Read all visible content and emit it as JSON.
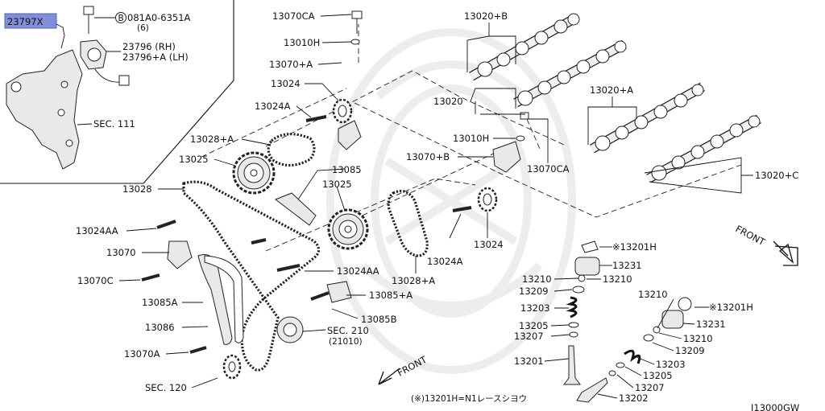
{
  "diagram": {
    "highlight": "#7f8fd9",
    "inset": {
      "highlighted_part": "23797X",
      "bolt_ref": "081A0-6351A",
      "bolt_qty": "(6)",
      "sensor_rh": "23796 (RH)",
      "sensor_lh": "23796+A (LH)",
      "section": "SEC. 111"
    },
    "labels": {
      "l13070CA_top": "13070CA",
      "l13010H_top": "13010H",
      "l13070A_top": "13070+A",
      "l13024": "13024",
      "l13024A_top": "13024A",
      "l13028A_top": "13028+A",
      "l13025_left": "13025",
      "l13085": "13085",
      "l13025_mid": "13025",
      "l13028": "13028",
      "l13024AA_left": "13024AA",
      "l13070": "13070",
      "l13070C": "13070C",
      "l13085A": "13085A",
      "l13086": "13086",
      "l13070A_low": "13070A",
      "l_sec120": "SEC. 120",
      "l13024AA_mid": "13024AA",
      "l13085A_plus": "13085+A",
      "l13085B": "13085B",
      "l_sec210": "SEC. 210",
      "l_sec210_sub": "(21010)",
      "l13020B": "13020+B",
      "l13020": "13020",
      "l13010H_mid": "13010H",
      "l13070B": "13070+B",
      "l13070CA_mid": "13070CA",
      "l13020A": "13020+A",
      "l13020C": "13020+C",
      "l13024_low": "13024",
      "l13024A_low": "13024A",
      "l13028A_low": "13028+A",
      "l13201H_1": "※13201H",
      "l13231_1": "13231",
      "l13210_a": "13210",
      "l13210_b": "13210",
      "l13209_1": "13209",
      "l13203_1": "13203",
      "l13205_1": "13205",
      "l13207_1": "13207",
      "l13201": "13201",
      "l13210_r": "13210",
      "l13201H_2": "※13201H",
      "l13231_2": "13231",
      "l13210_r2": "13210",
      "l13209_2": "13209",
      "l13203_2": "13203",
      "l13205_2": "13205",
      "l13207_2": "13207",
      "l13202": "13202",
      "front_right": "FRONT",
      "front_bottom": "FRONT",
      "footnote": "(※)13201H=N1レースシヨウ",
      "diagram_code": "J13000GW"
    }
  }
}
